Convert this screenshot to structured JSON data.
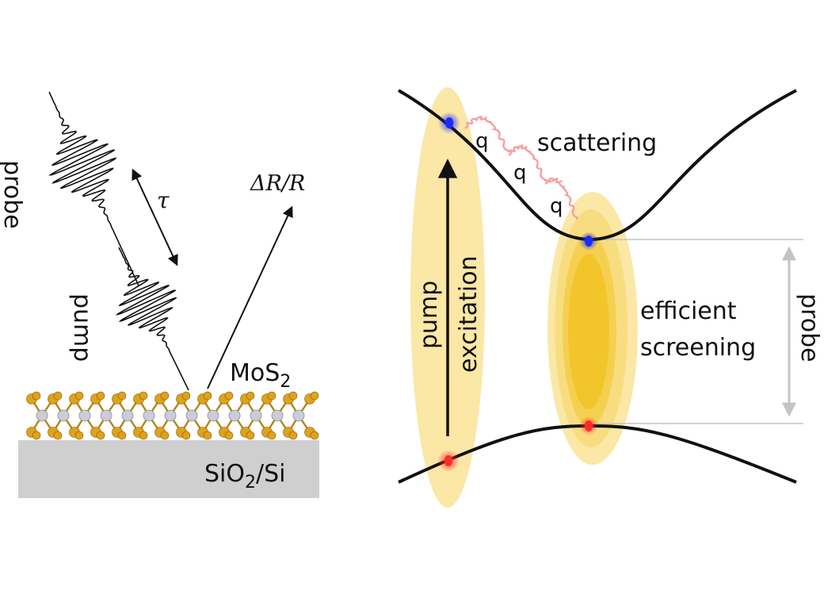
{
  "left_panel": {
    "probe_label": "probe",
    "pump_label": "pump",
    "delay_symbol": "τ",
    "signal_label": "ΔR/R",
    "sample_label_main": "MoS",
    "sample_label_sub": "2",
    "substrate_label_a": "SiO",
    "substrate_label_sub": "2",
    "substrate_label_b": "/Si"
  },
  "right_panel": {
    "scattering_label": "scattering",
    "phonon_label": "q",
    "pump_label": "pump",
    "excitation_label": "excitation",
    "efficient_label": "efficient",
    "screening_label": "screening",
    "probe_label": "probe"
  },
  "colors": {
    "substrate": "#cfcfcf",
    "sulfur": "#e0a21a",
    "molybdenum": "#c9cdd6",
    "glow_light": "#fbe7a6",
    "glow_mid": "#f7d873",
    "glow_core": "#f2c52a",
    "electron": "#1a2bff",
    "hole": "#ff2a2a",
    "scattering_path": "#f4a0a0",
    "probe_arrow": "#bdbdbd"
  }
}
